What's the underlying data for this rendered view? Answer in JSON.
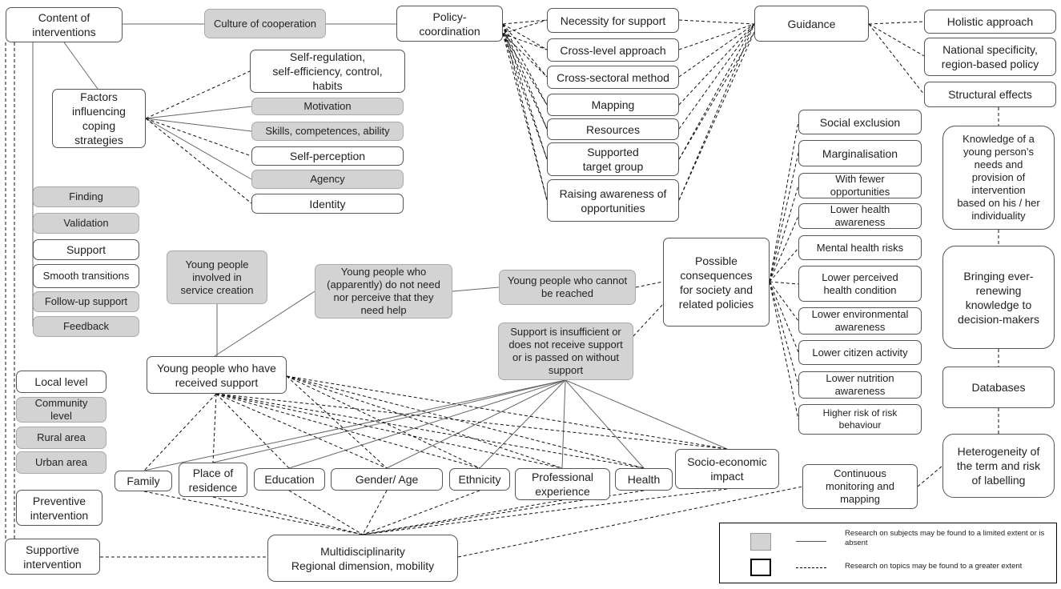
{
  "nodes": {
    "content_of_interventions": "Content of\ninterventions",
    "culture_of_cooperation": "Culture of cooperation",
    "policy_coordination": "Policy-\ncoordination",
    "necessity_for_support": "Necessity for support",
    "cross_level_approach": "Cross-level approach",
    "cross_sectoral_method": "Cross-sectoral method",
    "mapping": "Mapping",
    "resources": "Resources",
    "supported_target_group": "Supported\ntarget group",
    "raising_awareness": "Raising awareness of\nopportunities",
    "guidance": "Guidance",
    "holistic_approach": "Holistic approach",
    "national_specificity": "National specificity,\nregion-based policy",
    "structural_effects": "Structural effects",
    "factors_influencing": "Factors\ninfluencing\ncoping\nstrategies",
    "self_regulation": "Self-regulation,\nself-efficiency, control,\nhabits",
    "motivation": "Motivation",
    "skills": "Skills, competences, ability",
    "self_perception": "Self-perception",
    "agency": "Agency",
    "identity": "Identity",
    "finding": "Finding",
    "validation": "Validation",
    "support": "Support",
    "smooth_transitions": "Smooth transitions",
    "follow_up_support": "Follow-up support",
    "feedback": "Feedback",
    "local_level": "Local level",
    "community_level": "Community\nlevel",
    "rural_area": "Rural area",
    "urban_area": "Urban area",
    "preventive_intervention": "Preventive\nintervention",
    "supportive_intervention": "Supportive\nintervention",
    "young_people_involved": "Young people\ninvolved in\nservice creation",
    "young_people_not_need": "Young people who\n(apparently) do not need\nnor perceive that they\nneed help",
    "young_people_cannot_reach": "Young people who cannot\nbe reached",
    "young_people_received": "Young people who have\nreceived support",
    "support_insufficient": "Support is insufficient or\ndoes not receive support\nor is passed on without\nsupport",
    "possible_consequences": "Possible\nconsequences\nfor society and\nrelated policies",
    "social_exclusion": "Social exclusion",
    "marginalisation": "Marginalisation",
    "fewer_opportunities": "With fewer\nopportunities",
    "lower_health_awareness": "Lower health\nawareness",
    "mental_health_risks": "Mental health risks",
    "lower_perceived_health": "Lower perceived\nhealth condition",
    "lower_environmental": "Lower environmental\nawareness",
    "lower_citizen_activity": "Lower citizen activity",
    "lower_nutrition": "Lower nutrition\nawareness",
    "higher_risk": "Higher risk of risk\nbehaviour",
    "knowledge_young_person": "Knowledge of a\nyoung person’s\nneeds and\nprovision of\nintervention\nbased on his / her\nindividuality",
    "bringing_knowledge": "Bringing ever-\nrenewing\nknowledge to\ndecision-makers",
    "databases": "Databases",
    "heterogeneity": "Heterogeneity of\nthe term and risk\nof labelling",
    "continuous_monitoring": "Continuous\nmonitoring and\nmapping",
    "family": "Family",
    "place_of_residence": "Place of\nresidence",
    "education": "Education",
    "gender_age": "Gender/ Age",
    "ethnicity": "Ethnicity",
    "professional_experience": "Professional\nexperience",
    "health": "Health",
    "socio_economic": "Socio-economic\nimpact",
    "multidisciplinarity": "Multidisciplinarity\nRegional dimension, mobility"
  },
  "legend": {
    "solid_text": "Research on subjects may be found to a limited extent or is absent",
    "dashed_text": "Research on topics may be found to a greater extent",
    "grey_color": "#d3d3d3",
    "white_color": "#ffffff"
  }
}
